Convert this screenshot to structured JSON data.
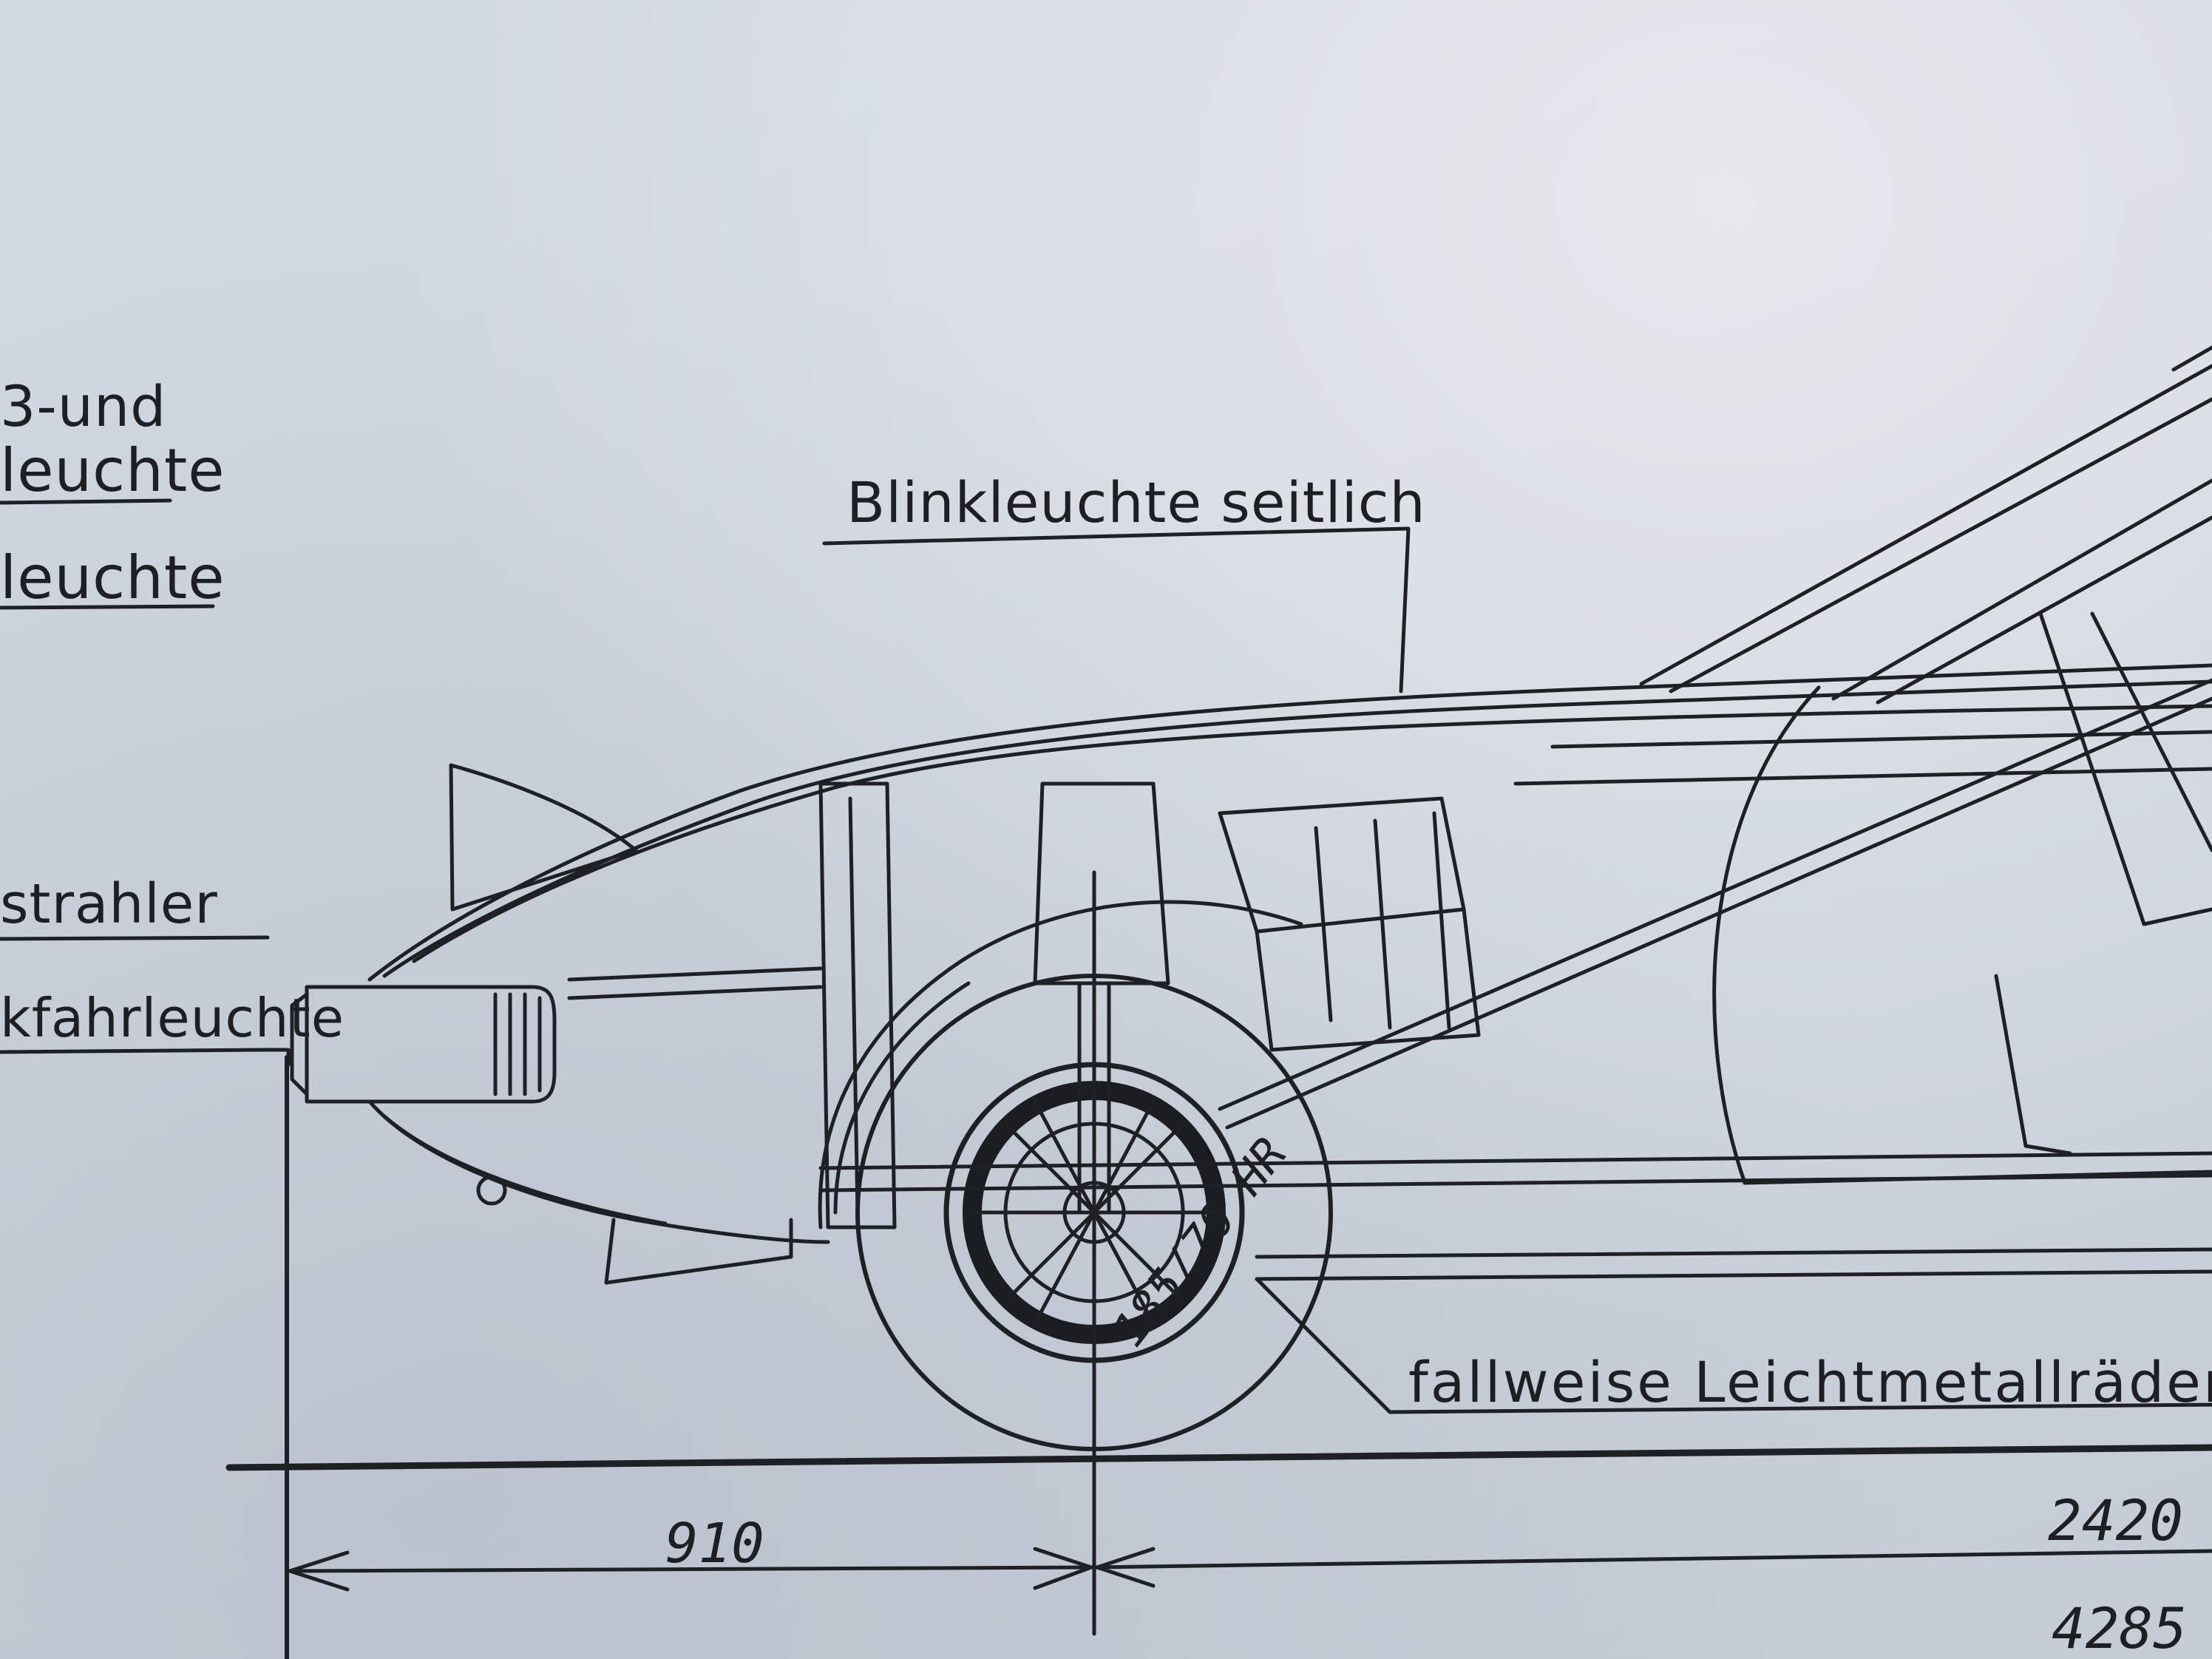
{
  "labels": {
    "left_1": "3-und",
    "left_2": "leuchte",
    "left_3": "leuchte",
    "left_4": "strahler",
    "left_5": "kfahrleuchte",
    "blinker": "Blinkleuchte seitlich",
    "wheels": "fallweise Leichtmetallräder (vorne"
  },
  "tire_size": "185/70 HR",
  "dimensions": {
    "front_overhang": "910",
    "wheelbase": "2420",
    "overall_length": "4285"
  },
  "colors": {
    "ink": "#1d1f24",
    "paper": "#cfd6df"
  }
}
